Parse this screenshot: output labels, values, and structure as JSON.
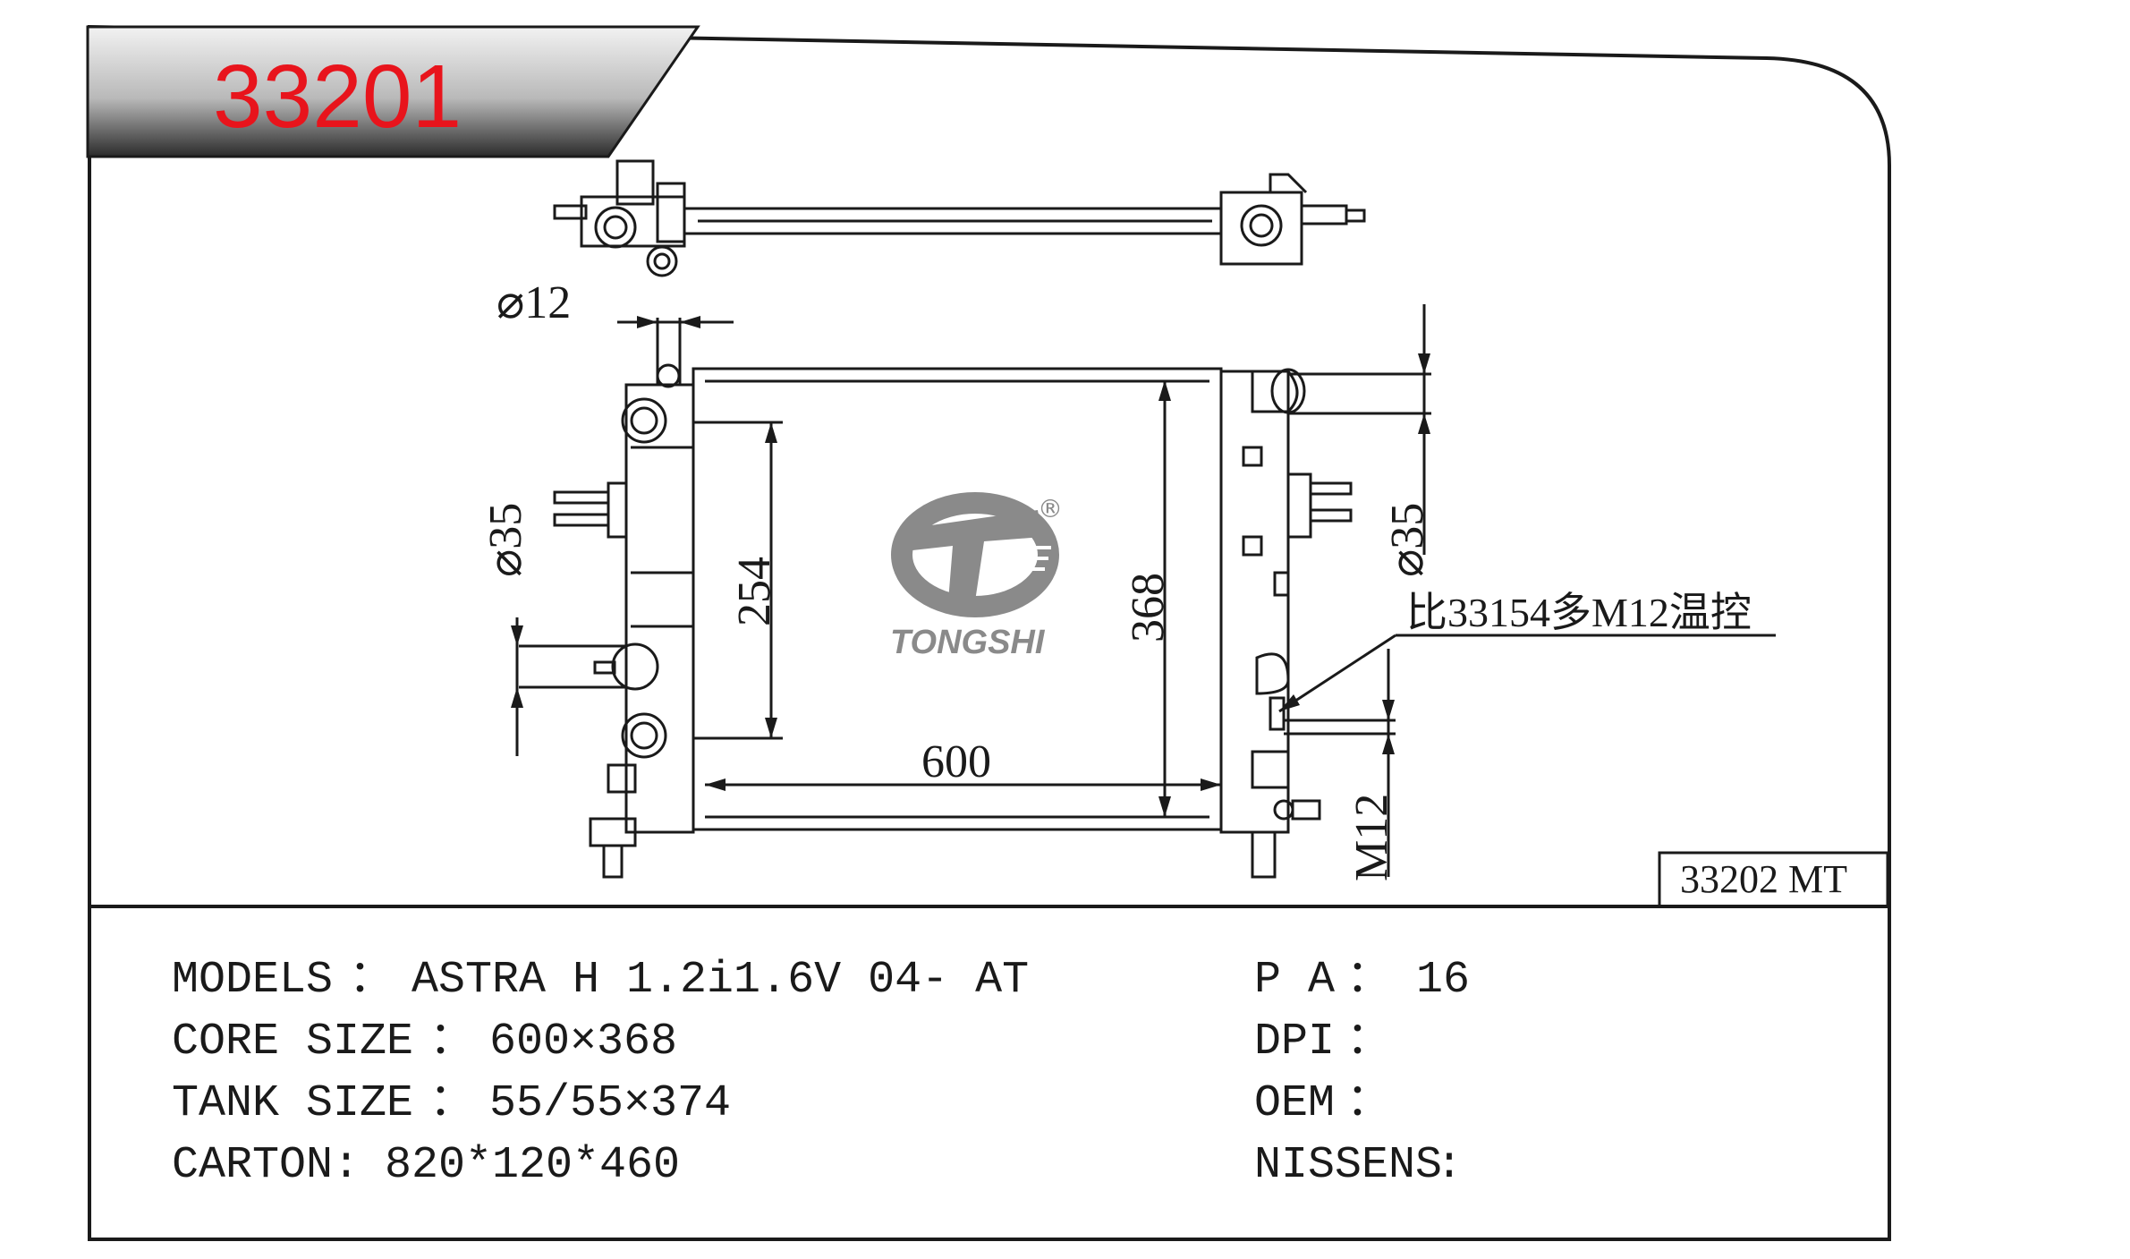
{
  "header": {
    "part_number": "33201",
    "part_number_color": "#e8141c"
  },
  "dimensions": {
    "inlet_diameter": "⌀12",
    "left_pipe_diameter": "⌀35",
    "right_pipe_diameter": "⌀35",
    "inner_height": "254",
    "core_height": "368",
    "core_width": "600",
    "sensor_thread": "M12"
  },
  "annotation": {
    "note": "比33154多M12温控"
  },
  "variant_box": {
    "label": "33202 MT"
  },
  "logo": {
    "brand": "TONGSHI",
    "registered_mark": "®",
    "color": "#8a8a8a"
  },
  "specs": {
    "left": [
      {
        "label": "MODELS",
        "sep": "：",
        "value": "ASTRA H 1.2i1.6V 04- AT"
      },
      {
        "label": "CORE SIZE",
        "sep": "：",
        "value": "600×368"
      },
      {
        "label": "TANK SIZE",
        "sep": "：",
        "value": "55/55×374"
      },
      {
        "label": "CARTON",
        "sep": ":",
        "value": "820*120*460"
      }
    ],
    "right": [
      {
        "label": "P A",
        "sep": "：",
        "value": "16"
      },
      {
        "label": "DPI",
        "sep": "：",
        "value": ""
      },
      {
        "label": "OEM",
        "sep": "：",
        "value": ""
      },
      {
        "label": "NISSENS",
        "sep": ":",
        "value": ""
      }
    ]
  }
}
